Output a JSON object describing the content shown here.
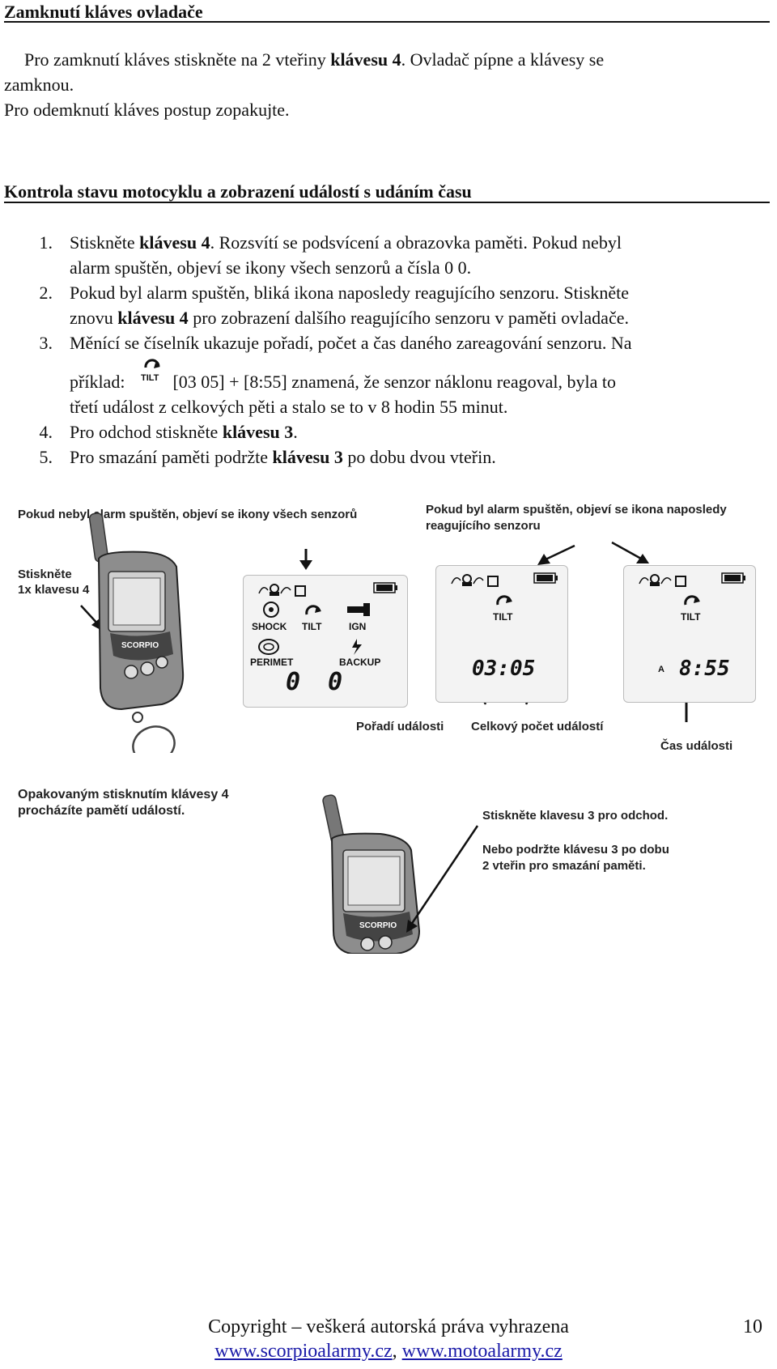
{
  "section1": {
    "title": "Zamknutí kláves ovladače",
    "p1_a": "Pro zamknutí kláves stiskněte na 2 vteřiny ",
    "p1_b": "klávesu 4",
    "p1_c": ". Ovladač pípne a klávesy se",
    "p1_d": "zamknou.",
    "p2": "Pro odemknutí kláves postup zopakujte."
  },
  "section2": {
    "title": "Kontrola stavu motocyklu a zobrazení událostí s udáním času",
    "items": [
      {
        "num": "1.",
        "l1a": "Stiskněte ",
        "l1b": "klávesu 4",
        "l1c": ". Rozsvítí se podsvícení a obrazovka paměti.  Pokud nebyl",
        "l2": "alarm spuštěn, objeví se ikony všech senzorů a čísla 0 0."
      },
      {
        "num": "2.",
        "l1": "Pokud byl alarm spuštěn, bliká ikona naposledy reagujícího senzoru. Stiskněte",
        "l2a": "znovu ",
        "l2b": "klávesu 4",
        "l2c": " pro zobrazení dalšího reagujícího senzoru v paměti ovladače."
      },
      {
        "num": "3.",
        "l1": "Měnící se číselník ukazuje pořadí, počet a čas daného zareagování senzoru. Na",
        "l2a": "příklad:",
        "l2b": "[03 05] + [8:55] znamená, že senzor náklonu reagoval, byla to",
        "l3": "třetí událost z celkových pěti a stalo se to v 8 hodin 55 minut."
      },
      {
        "num": "4.",
        "a": "Pro odchod stiskněte ",
        "b": "klávesu 3",
        "c": "."
      },
      {
        "num": "5.",
        "a": "Pro smazání paměti podržte ",
        "b": "klávesu 3",
        "c": " po dobu dvou vteřin."
      }
    ]
  },
  "figure": {
    "cap_top_left": "Pokud nebyl alarm spuštěn, objeví se ikony všech senzorů",
    "cap_top_right_1": "Pokud byl alarm spuštěn, objeví se ikona naposledy",
    "cap_top_right_2": "reagujícího senzoru",
    "cap_press_1": "Stiskněte",
    "cap_press_2": "1x klavesu 4",
    "cap_order": "Pořadí události",
    "cap_total": "Celkový počet událostí",
    "cap_time": "Čas události",
    "cap_repeat_1": "Opakovaným stisknutím klávesy 4",
    "cap_repeat_2": "procházíte pamětí událostí.",
    "cap_exit": "Stiskněte klavesu 3 pro odchod.",
    "cap_hold_1": "Nebo podržte klávesu 3 po dobu",
    "cap_hold_2": "2 vteřin pro smazání paměti.",
    "remote_brand": "SCORPIO",
    "lcd1": {
      "shock": "SHOCK",
      "tilt": "TILT",
      "ign": "IGN",
      "perimet": "PERIMET",
      "backup": "BACKUP",
      "d1": "0",
      "d2": "0"
    },
    "lcd2": {
      "tilt": "TILT",
      "value": "03:05"
    },
    "lcd3": {
      "tilt": "TILT",
      "a": "A",
      "value": "8:55"
    },
    "inline_tilt": "TILT"
  },
  "footer": {
    "copyright": "Copyright – veškerá autorská práva vyhrazena",
    "page": "10",
    "link1": "www.scorpioalarmy.cz",
    "sep": ", ",
    "link2": "www.motoalarmy.cz"
  }
}
